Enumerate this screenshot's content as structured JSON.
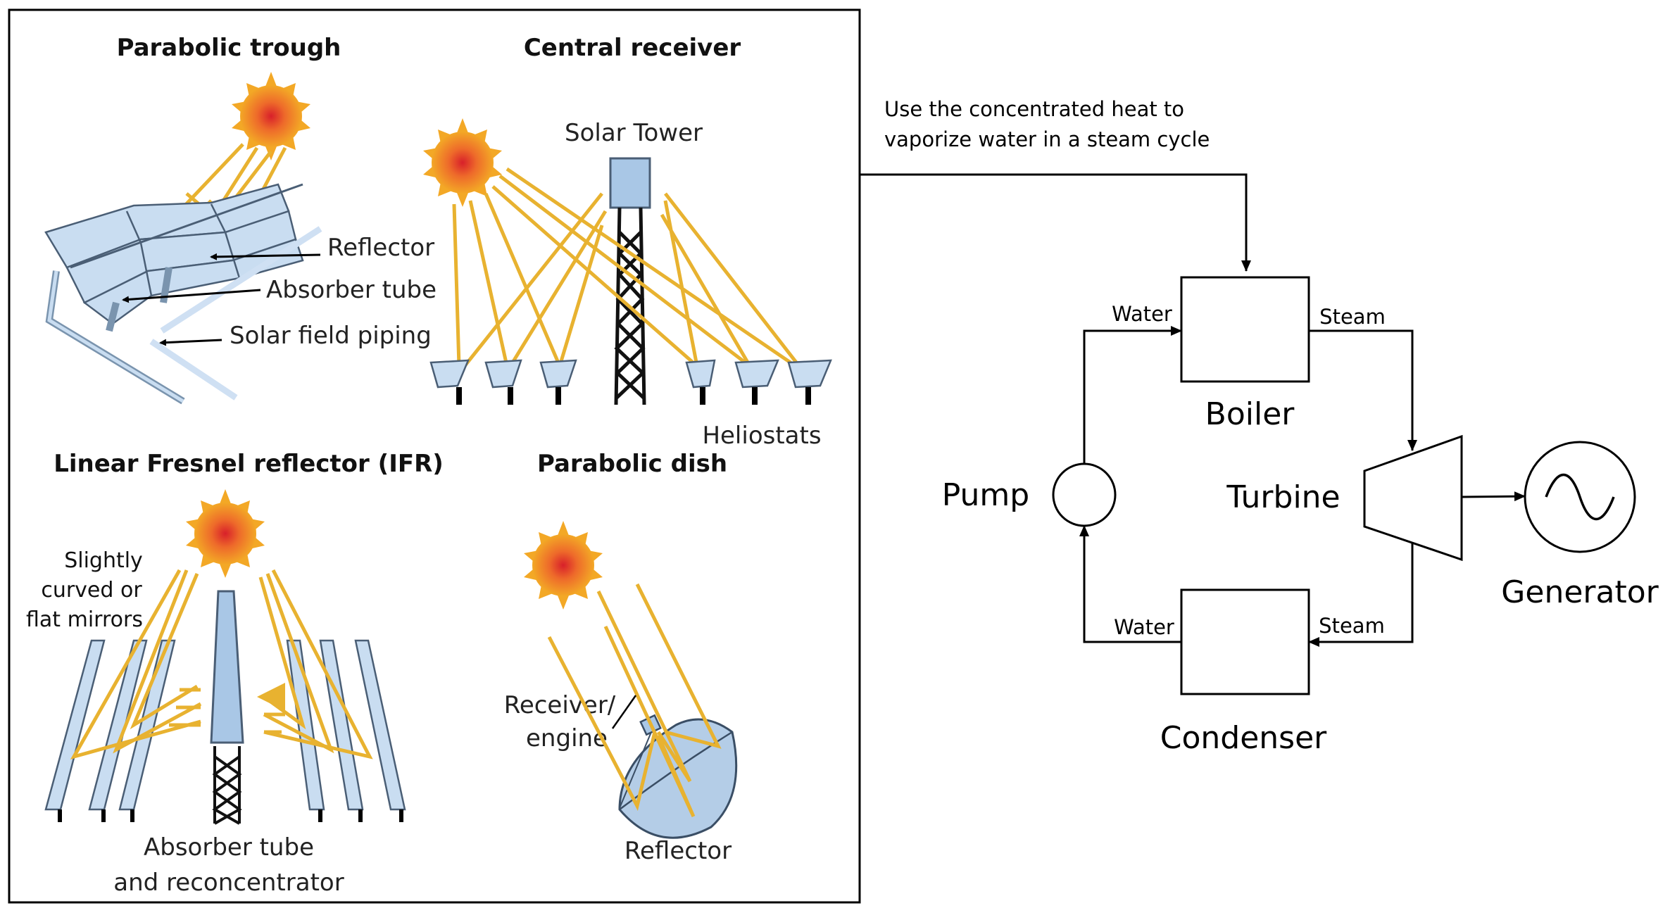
{
  "panel": {
    "trough": {
      "title": "Parabolic trough",
      "labels": {
        "reflector": "Reflector",
        "absorber": "Absorber tube",
        "piping": "Solar field piping"
      }
    },
    "tower": {
      "title": "Central receiver",
      "labels": {
        "tower": "Solar Tower",
        "heliostats": "Heliostats"
      }
    },
    "fresnel": {
      "title": "Linear Fresnel reflector (IFR)",
      "labels": {
        "mirrors_1": "Slightly",
        "mirrors_2": "curved or",
        "mirrors_3": "flat mirrors",
        "absorber_1": "Absorber tube",
        "absorber_2": "and reconcentrator"
      }
    },
    "dish": {
      "title": "Parabolic dish",
      "labels": {
        "receiver_1": "Receiver/",
        "receiver_2": "engine",
        "reflector": "Reflector"
      }
    }
  },
  "note": {
    "line1": "Use the concentrated heat to",
    "line2": "vaporize water in a steam cycle"
  },
  "cycle": {
    "boiler": "Boiler",
    "turbine": "Turbine",
    "generator": "Generator",
    "pump": "Pump",
    "condenser": "Condenser",
    "flows": {
      "water_in": "Water",
      "steam_out": "Steam",
      "steam_in": "Steam",
      "water_out": "Water"
    }
  },
  "colors": {
    "ray": "#E8B230",
    "mirror": "#C9DDF1",
    "sun_core": "#D8202A",
    "sun_outer": "#F3A826"
  }
}
